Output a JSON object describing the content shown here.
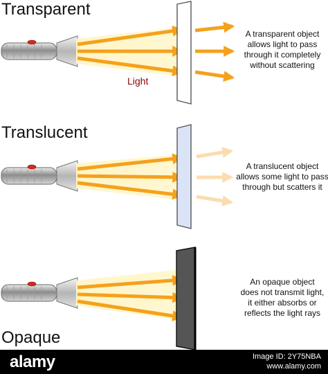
{
  "panels": [
    {
      "heading": "Transparent",
      "description": [
        "A transparent object",
        "allows light to pass",
        "through it completely",
        "without scattering"
      ]
    },
    {
      "heading": "Translucent",
      "description": [
        "A translucent object",
        "allows some light to pass",
        "through but scatters it"
      ]
    },
    {
      "heading": "Opaque",
      "description": [
        "An opaque object",
        "does not transmit light,",
        "it either absorbs or",
        "reflects the light rays"
      ]
    }
  ],
  "light_label": "Light",
  "footer": {
    "brand": "alamy",
    "image_id": "Image ID: 2Y75NBA",
    "site": "www.alamy.com"
  },
  "colors": {
    "ray": "#f5a11c",
    "transparent_panel": "#ffffff",
    "translucent_panel": "#dbe4f7",
    "opaque_panel": "#555555",
    "light_label": "#8b0000",
    "footer_bg": "#000000"
  }
}
